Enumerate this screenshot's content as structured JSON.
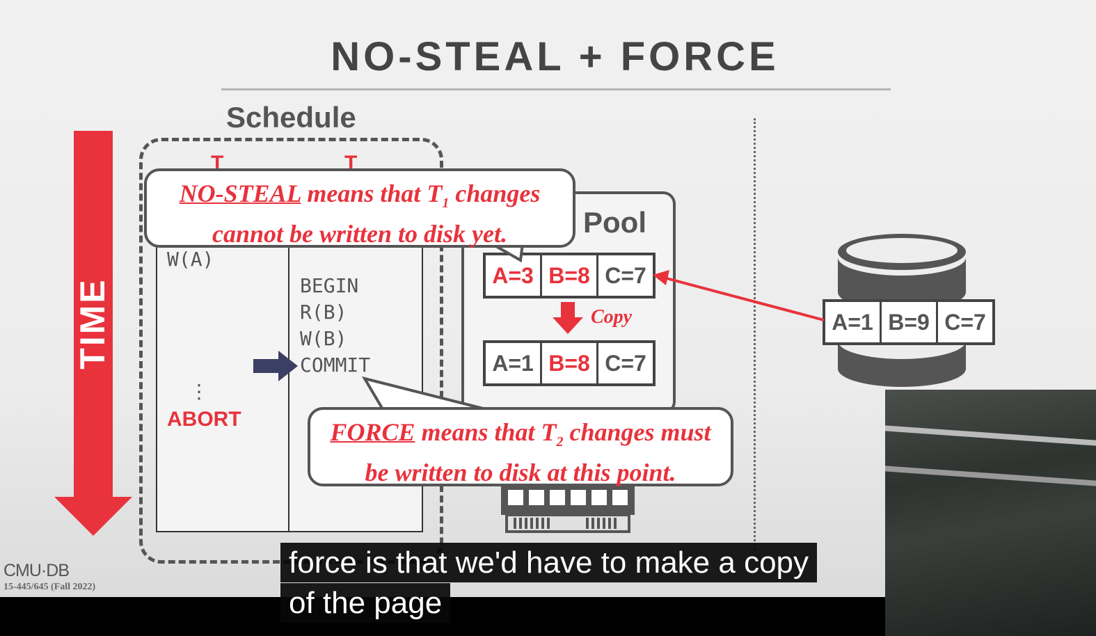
{
  "slide": {
    "title": "NO-STEAL + FORCE",
    "time_label": "TIME",
    "schedule": {
      "label": "Schedule",
      "t1": "T",
      "t2": "T",
      "t1_ops": [
        "W(A)",
        "⋮",
        "ABORT"
      ],
      "t2_ops": [
        "BEGIN",
        "R(B)",
        "W(B)",
        "COMMIT"
      ]
    },
    "buffer_pool": {
      "label": "Pool",
      "page_before": [
        {
          "text": "A=3",
          "changed": true
        },
        {
          "text": "B=8",
          "changed": true
        },
        {
          "text": "C=7",
          "changed": false
        }
      ],
      "copy_label": "Copy",
      "page_copy": [
        {
          "text": "A=1",
          "changed": false
        },
        {
          "text": "B=8",
          "changed": true
        },
        {
          "text": "C=7",
          "changed": false
        }
      ]
    },
    "disk": {
      "page": [
        "A=1",
        "B=9",
        "C=7"
      ]
    },
    "callouts": {
      "no_steal": {
        "term": "NO-STEAL",
        "line1_rest": " means that T",
        "sub": "1",
        "line1_end": " changes",
        "line2": "cannot be written to disk yet."
      },
      "force": {
        "term": "FORCE",
        "line1_rest": " means that T",
        "sub": "2",
        "line1_end": " changes must",
        "line2": "be written to disk at this point."
      }
    },
    "footer": {
      "logo": "CMU·DB",
      "course": "15-445/645 (Fall 2022)"
    },
    "colors": {
      "accent_red": "#e8323c",
      "arrow_navy": "#3b3f63",
      "gray": "#555555"
    }
  },
  "captions": {
    "line1": "force is that we'd have to make a copy",
    "line2": "of the page"
  }
}
